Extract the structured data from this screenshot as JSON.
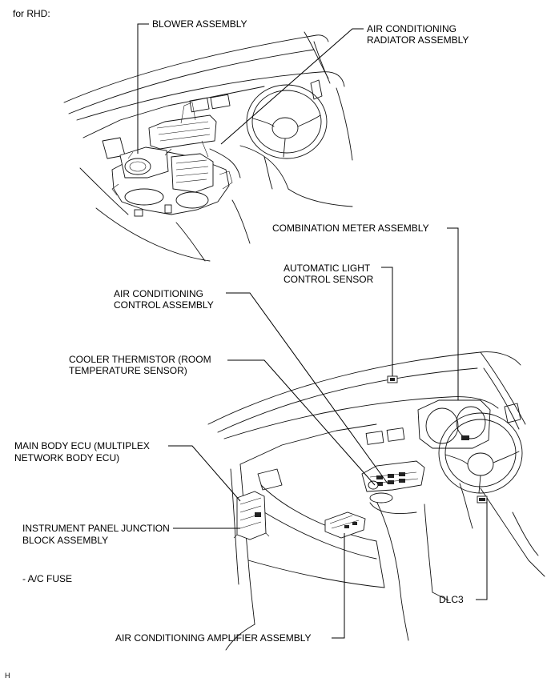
{
  "header": {
    "variant_label": "for RHD:"
  },
  "labels": {
    "blower_assembly": "BLOWER ASSEMBLY",
    "ac_radiator_line1": "AIR CONDITIONING",
    "ac_radiator_line2": "RADIATOR ASSEMBLY",
    "combination_meter": "COMBINATION METER ASSEMBLY",
    "auto_light_line1": "AUTOMATIC LIGHT",
    "auto_light_line2": "CONTROL SENSOR",
    "ac_control_line1": "AIR CONDITIONING",
    "ac_control_line2": "CONTROL ASSEMBLY",
    "cooler_thermistor_line1": "COOLER THERMISTOR (ROOM",
    "cooler_thermistor_line2": "TEMPERATURE SENSOR)",
    "main_body_ecu_line1": "MAIN BODY ECU (MULTIPLEX",
    "main_body_ecu_line2": "NETWORK BODY ECU)",
    "ip_junction_line1": "INSTRUMENT PANEL JUNCTION",
    "ip_junction_line2": "BLOCK ASSEMBLY",
    "ac_fuse": "- A/C FUSE",
    "dlc3": "DLC3",
    "ac_amplifier": "AIR CONDITIONING AMPLIFIER ASSEMBLY"
  },
  "footer": {
    "code": "H"
  }
}
